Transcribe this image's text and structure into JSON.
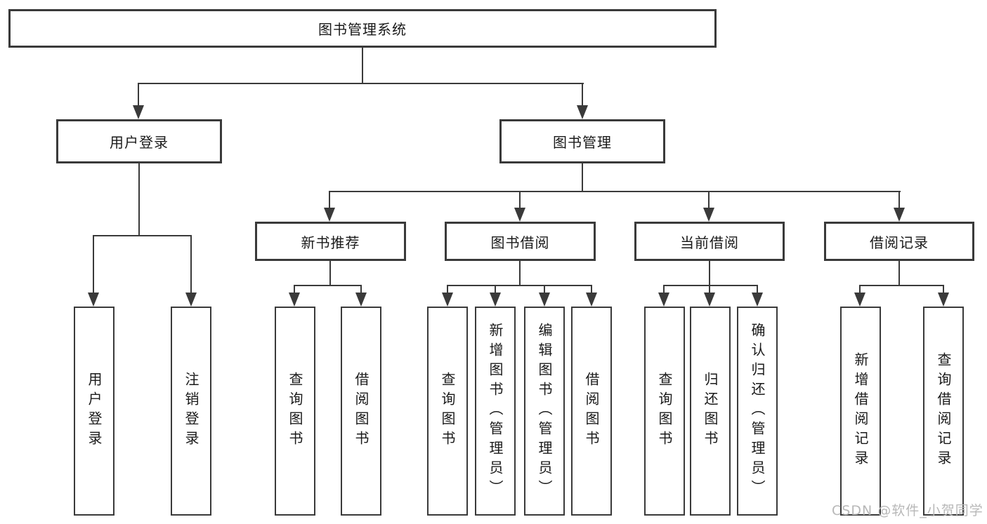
{
  "diagram": {
    "root": {
      "label": "图书管理系统"
    },
    "branches": [
      {
        "label": "用户登录",
        "leaves": [
          {
            "label": "用户登录"
          },
          {
            "label": "注销登录"
          }
        ]
      },
      {
        "label": "图书管理",
        "groups": [
          {
            "label": "新书推荐",
            "leaves": [
              {
                "label": "查询图书"
              },
              {
                "label": "借阅图书"
              }
            ]
          },
          {
            "label": "图书借阅",
            "leaves": [
              {
                "label": "查询图书"
              },
              {
                "label": "新增图书（管理员）"
              },
              {
                "label": "编辑图书（管理员）"
              },
              {
                "label": "借阅图书"
              }
            ]
          },
          {
            "label": "当前借阅",
            "leaves": [
              {
                "label": "查询图书"
              },
              {
                "label": "归还图书"
              },
              {
                "label": "确认归还（管理员）"
              }
            ]
          },
          {
            "label": "借阅记录",
            "leaves": [
              {
                "label": "新增借阅记录"
              },
              {
                "label": "查询借阅记录"
              }
            ]
          }
        ]
      }
    ]
  },
  "watermark": {
    "text": "CSDN @软件_小贺同学"
  },
  "colors": {
    "line": "#3a3a3a",
    "text": "#1a1a1a",
    "background": "#ffffff",
    "watermark_text": "#b8b8b8"
  }
}
